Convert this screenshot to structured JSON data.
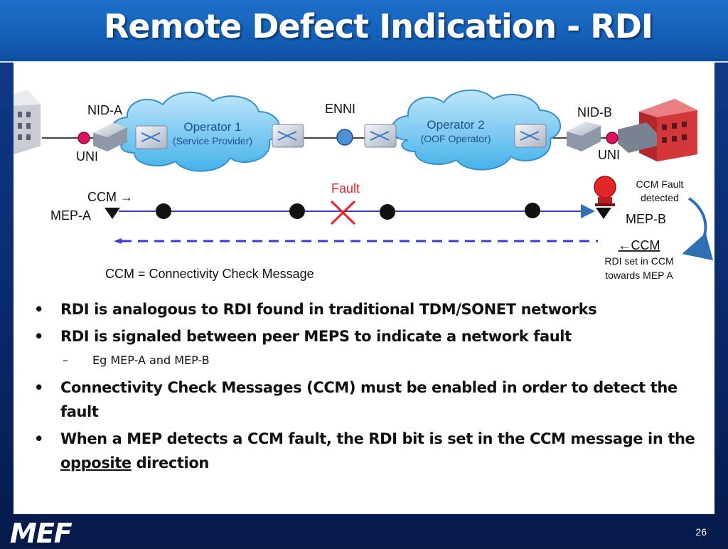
{
  "title": "Remote Defect Indication - RDI",
  "diagram": {
    "nid_a": "NID-A",
    "nid_b": "NID-B",
    "uni_a": "UNI",
    "uni_b": "UNI",
    "enni": "ENNI",
    "operator1": "Operator 1",
    "operator1_role": "(Service Provider)",
    "operator2": "Operator 2",
    "operator2_role": "(OOF Operator)",
    "fault": "Fault",
    "ccm_forward": "CCM →",
    "mep_a": "MEP-A",
    "mep_b": "MEP-B",
    "ccm_fault_line1": "CCM Fault",
    "ccm_fault_line2": "detected",
    "ccm_back": "←CCM",
    "rdi_line1": "RDI set in CCM",
    "rdi_line2": "towards MEP A",
    "ccm_definition": "CCM = Connectivity Check Message"
  },
  "bullets": {
    "b1": "RDI is analogous to RDI found in traditional TDM/SONET networks",
    "b2": "RDI is signaled between peer MEPS to indicate a network fault",
    "sub1": "Eg MEP-A and MEP-B",
    "b3": "Connectivity Check Messages (CCM) must be enabled in order to detect the fault",
    "b4_pre": "When a MEP detects a CCM fault, the RDI bit is set in the CCM message in the ",
    "b4_em": "opposite",
    "b4_post": " direction"
  },
  "footer": {
    "logo": "MEF",
    "page": "26"
  },
  "colors": {
    "header": "#1560b8",
    "fault": "#e8242b",
    "line": "#3a3ec8",
    "node": "#e0115f"
  }
}
